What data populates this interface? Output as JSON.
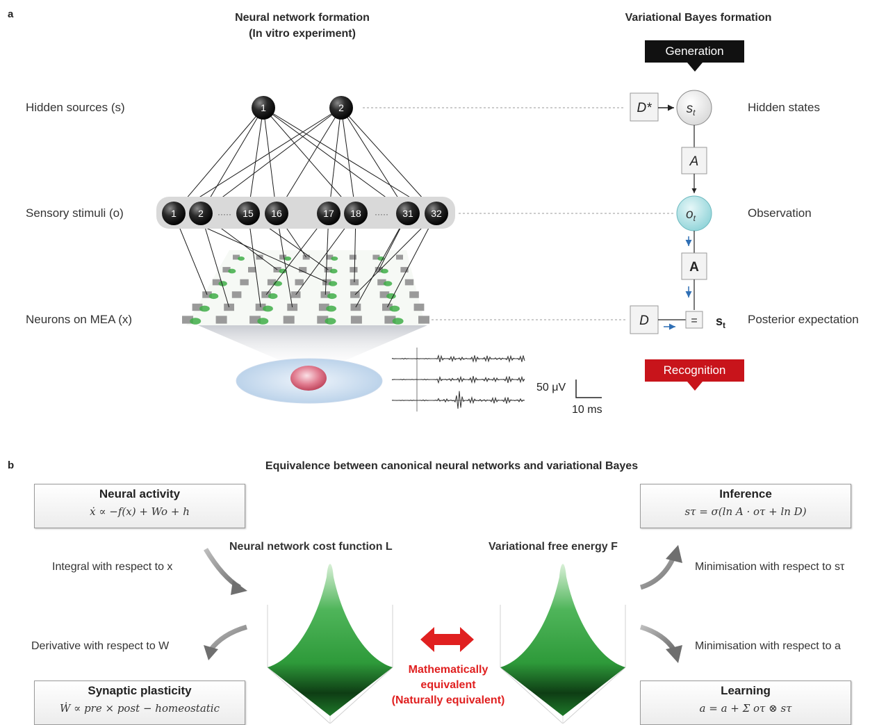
{
  "panel_a": {
    "letter": "a",
    "left_title_line1": "Neural network formation",
    "left_title_line2": "(In vitro experiment)",
    "right_title": "Variational Bayes formation",
    "row_hidden": "Hidden sources (s)",
    "row_sensory": "Sensory stimuli (o)",
    "row_neurons": "Neurons on MEA (x)",
    "source_nodes": [
      "1",
      "2"
    ],
    "stimulus_nodes": [
      "1",
      "2",
      "15",
      "16",
      "17",
      "18",
      "31",
      "32"
    ],
    "ellipsis": "·····",
    "generation_label": "Generation",
    "recognition_label": "Recognition",
    "right_hidden": "Hidden states",
    "right_observation": "Observation",
    "right_posterior": "Posterior expectation",
    "box_dstar": "D*",
    "node_st": "s",
    "node_st_sub": "t",
    "box_A_top": "A",
    "node_ot": "o",
    "node_ot_sub": "t",
    "box_A_bold": "A",
    "box_D": "D",
    "box_eq": "=",
    "bold_st": "s",
    "bold_st_sub": "t",
    "scale_voltage": "50 μV",
    "scale_time": "10 ms",
    "colors": {
      "generation": "#111111",
      "recognition": "#c8141b",
      "observation": "#8fd3d8",
      "neuron_green": "#2fa83a"
    }
  },
  "panel_b": {
    "letter": "b",
    "title": "Equivalence between canonical neural networks and variational Bayes",
    "neural_activity": {
      "title": "Neural activity",
      "formula": "ẋ ∝ −f(x) + Wo + h"
    },
    "synaptic_plasticity": {
      "title": "Synaptic plasticity",
      "formula": "Ẇ ∝ pre × post − homeostatic"
    },
    "inference": {
      "title": "Inference",
      "formula": "sτ = σ(ln A · oτ + ln D)"
    },
    "learning": {
      "title": "Learning",
      "formula": "a = a + Σ oτ ⊗ sτ"
    },
    "integral_label": "Integral with respect to x",
    "derivative_label": "Derivative with respect to W",
    "min_s_label": "Minimisation with respect to sτ",
    "min_a_label": "Minimisation with respect to a",
    "cost_function_label": "Neural network cost function L",
    "free_energy_label": "Variational free energy F",
    "equiv_line1": "Mathematically",
    "equiv_line2": "equivalent",
    "equiv_line3": "(Naturally equivalent)",
    "colors": {
      "equivalence": "#e02020",
      "surface": "#2e9a3a"
    }
  }
}
